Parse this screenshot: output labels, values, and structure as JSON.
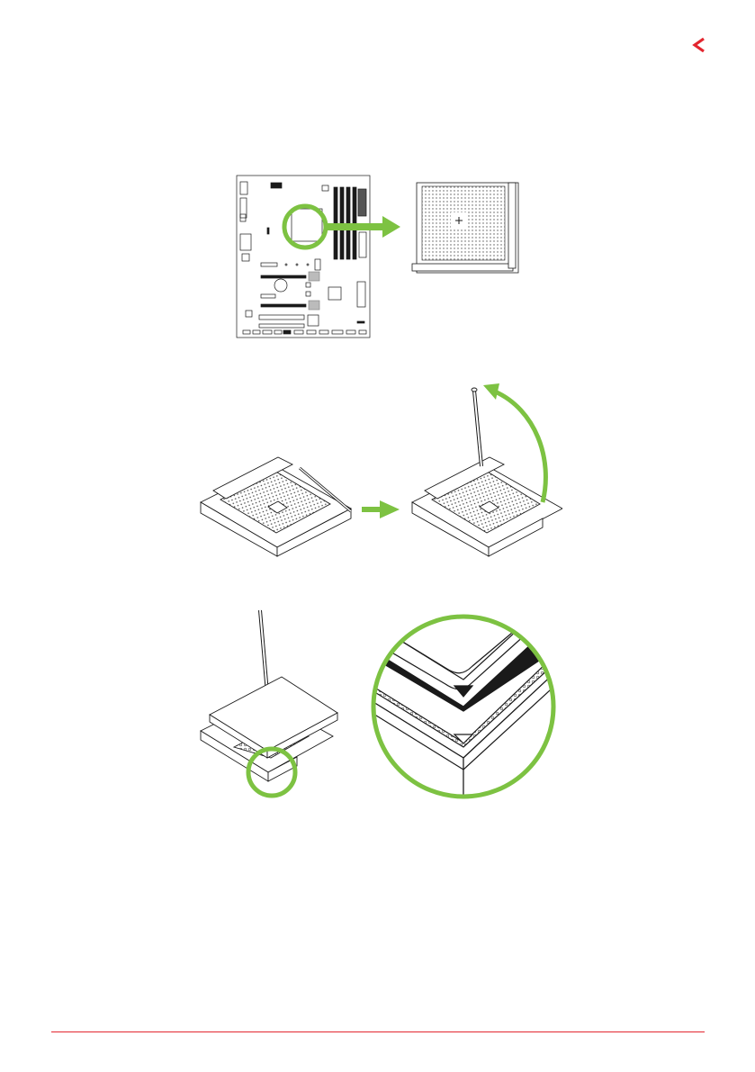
{
  "header": {
    "back_icon": "chevron-left-icon",
    "accent_color": "#e3262f"
  },
  "figures": [
    {
      "name": "cpu-socket-location",
      "icons": [
        "motherboard-layout",
        "socket-closeup"
      ]
    },
    {
      "name": "socket-lever-lift",
      "icons": [
        "socket-lever-closed",
        "right-arrow",
        "socket-lever-open",
        "curved-arrow"
      ]
    },
    {
      "name": "cpu-alignment",
      "icons": [
        "cpu-in-socket",
        "triangle-mark-magnified"
      ]
    }
  ],
  "colors": {
    "highlight_green": "#7dc242",
    "line_art": "#1a1a1a",
    "footer_rule": "#e3262f"
  }
}
